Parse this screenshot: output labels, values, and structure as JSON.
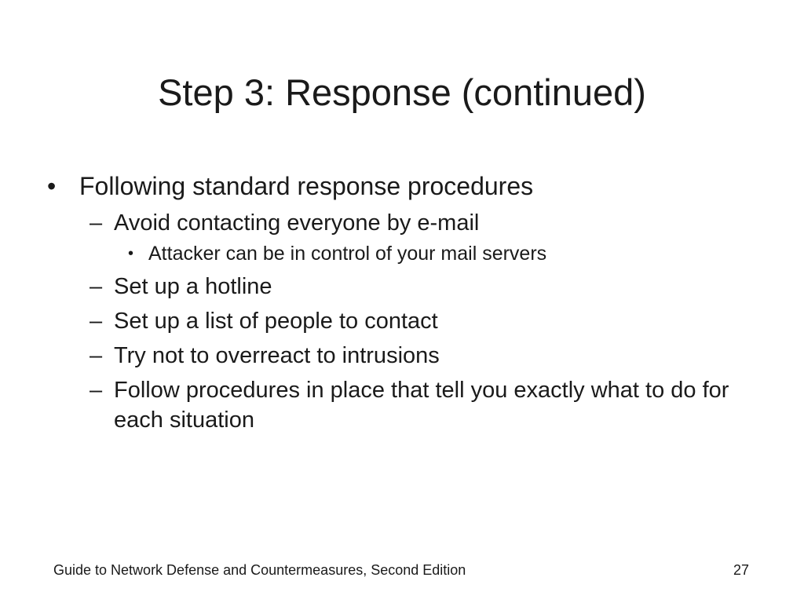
{
  "slide": {
    "title": "Step 3: Response (continued)",
    "bullets": {
      "b1": "Following standard response procedures",
      "b1_1": "Avoid contacting everyone by e-mail",
      "b1_1_1": "Attacker can be in control of your mail servers",
      "b1_2": "Set up a hotline",
      "b1_3": "Set up a list of people to contact",
      "b1_4": "Try not to overreact to intrusions",
      "b1_5": "Follow procedures in place that tell you exactly what to do for each situation"
    },
    "markers": {
      "level1": "•",
      "level2": "–",
      "level3": "•"
    }
  },
  "footer": {
    "book_title": "Guide to Network Defense and Countermeasures, Second Edition",
    "page_number": "27"
  }
}
